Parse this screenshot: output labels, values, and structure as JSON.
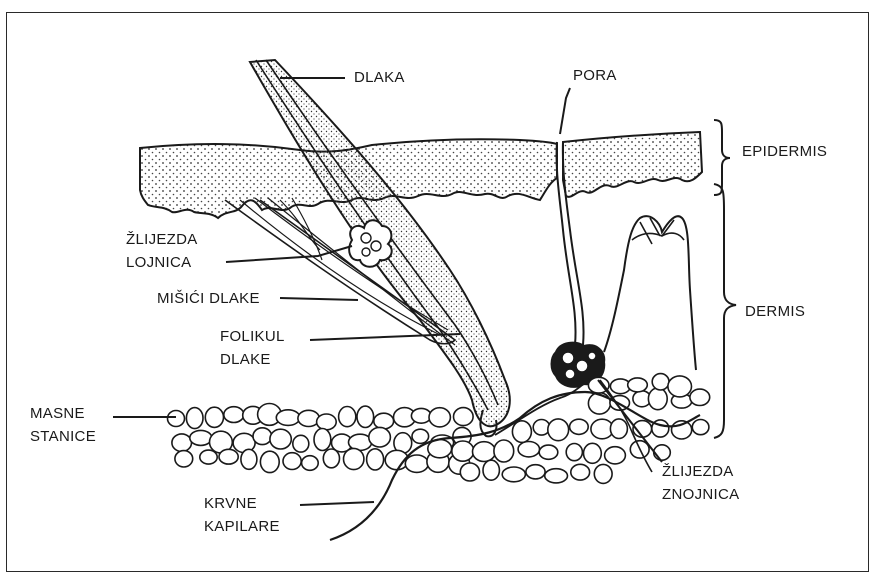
{
  "labels": {
    "dlaka": "DLAKA",
    "pora": "PORA",
    "epidermis": "EPIDERMIS",
    "dermis": "DERMIS",
    "zlijezda_lojnica": [
      "ŽLIJEZDA",
      "LOJNICA"
    ],
    "misici_dlake": "MIŠIĆI DLAKE",
    "folikul_dlake": [
      "FOLIKUL",
      "DLAKE"
    ],
    "masne_stanice": [
      "MASNE",
      "STANICE"
    ],
    "krvne_kapilare": [
      "KRVNE",
      "KAPILARE"
    ],
    "zlijezda_znojnica": [
      "ŽLIJEZDA",
      "ZNOJNICA"
    ]
  },
  "colors": {
    "ink": "#1a1a1a",
    "background": "#ffffff",
    "frame": "#2a2a2a"
  }
}
